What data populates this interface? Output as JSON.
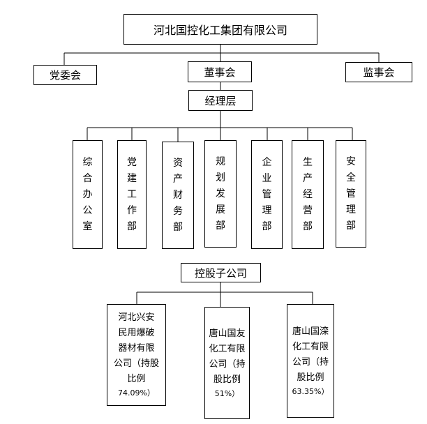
{
  "root": {
    "label": "河北国控化工集团有限公司"
  },
  "governance": {
    "party": "党委会",
    "board": "董事会",
    "supervisory": "监事会"
  },
  "management": {
    "label": "经理层"
  },
  "departments": [
    "综合办公室",
    "党建工作部",
    "资产财务部",
    "规划发展部",
    "企业管理部",
    "生产经营部",
    "安全管理部"
  ],
  "subsidiaries_header": {
    "label": "控股子公司"
  },
  "subsidiaries": [
    {
      "lines": [
        "河北兴安",
        "民用爆破",
        "器材有限",
        "公司（持股",
        "比例"
      ],
      "share": "74.09%）"
    },
    {
      "lines": [
        "唐山国友",
        "化工有限",
        "公司（持",
        "股比例"
      ],
      "share": "51%）"
    },
    {
      "lines": [
        "唐山国滦",
        "化工有限",
        "公司（持",
        "股比例"
      ],
      "share": "63.35%）"
    }
  ]
}
